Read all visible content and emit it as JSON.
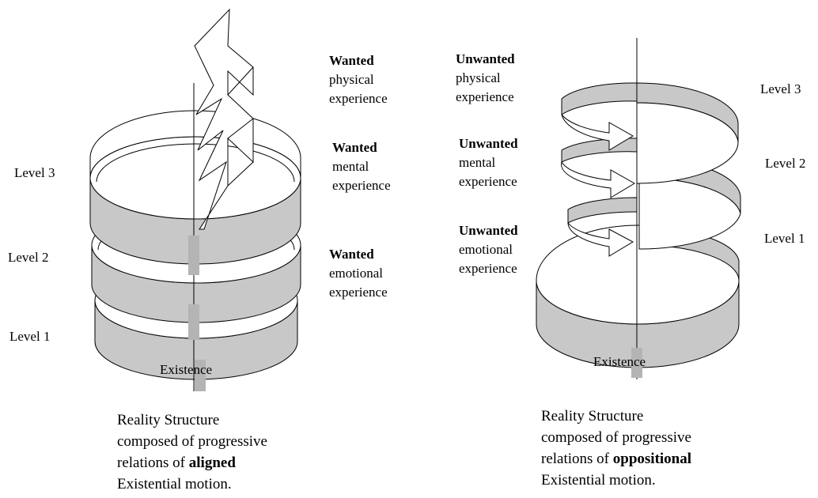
{
  "left": {
    "levels": [
      "Level 3",
      "Level 2",
      "Level 1"
    ],
    "base_label": "Existence",
    "experiences": [
      {
        "qualifier": "Wanted",
        "kind": "physical",
        "word": "experience"
      },
      {
        "qualifier": "Wanted",
        "kind": "mental",
        "word": "experience"
      },
      {
        "qualifier": "Wanted",
        "kind": "emotional",
        "word": "experience"
      }
    ],
    "caption": {
      "line1": "Reality Structure",
      "line2": "composed of progressive",
      "line3_prefix": "relations of",
      "line3_emphasis": "aligned",
      "line4": "Existential motion."
    }
  },
  "right": {
    "levels": [
      "Level 3",
      "Level 2",
      "Level 1"
    ],
    "base_label": "Existence",
    "experiences": [
      {
        "qualifier": "Unwanted",
        "kind": "physical",
        "word": "experience"
      },
      {
        "qualifier": "Unwanted",
        "kind": "mental",
        "word": "experience"
      },
      {
        "qualifier": "Unwanted",
        "kind": "emotional",
        "word": "experience"
      }
    ],
    "caption": {
      "line1": "Reality Structure",
      "line2": "composed of progressive",
      "line3_prefix": "relations of",
      "line3_emphasis": "oppositional",
      "line4": "Existential motion."
    }
  },
  "colors": {
    "band_fill": "#c8c8c8",
    "band_inner": "#ffffff",
    "stroke": "#000000"
  }
}
